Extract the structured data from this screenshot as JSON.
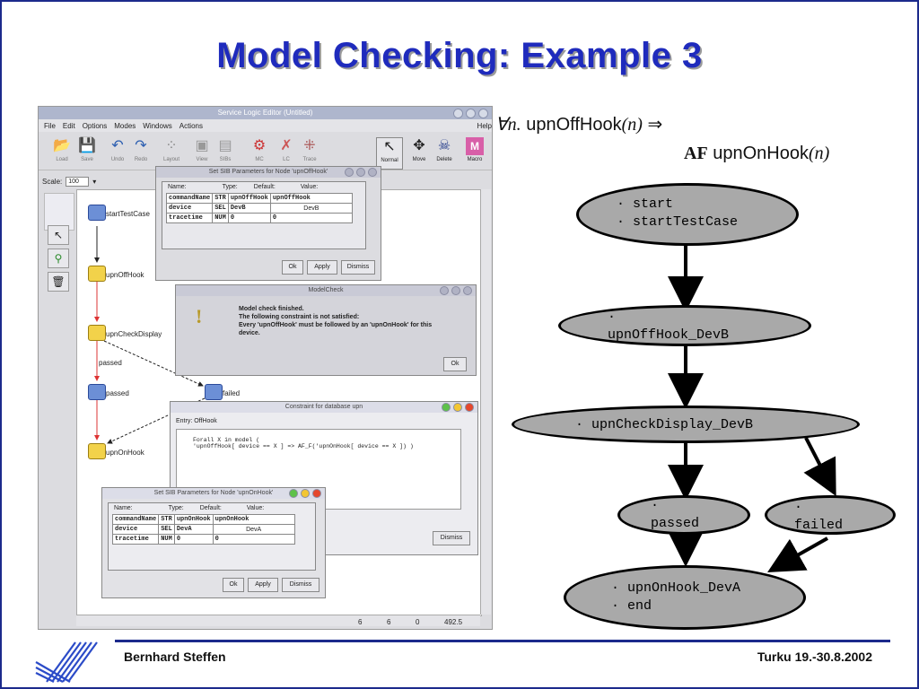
{
  "slide": {
    "title": "Model Checking: Example 3",
    "footer_left": "Bernhard Steffen",
    "footer_right": "Turku 19.-30.8.2002"
  },
  "formula": {
    "line1_quant": "∀n.",
    "line1_pred": "upnOffHook",
    "line1_arg": "(n)",
    "line1_implies": "⇒",
    "line2_op": "AF",
    "line2_pred": "upnOnHook",
    "line2_arg": "(n)"
  },
  "graph": {
    "nodes": [
      {
        "lines": [
          "· start",
          "· startTestCase"
        ]
      },
      {
        "lines": [
          "·",
          "upnOffHook_DevB"
        ]
      },
      {
        "lines": [
          "· upnCheckDisplay_DevB"
        ]
      },
      {
        "lines": [
          "·",
          "passed"
        ]
      },
      {
        "lines": [
          "·",
          "failed"
        ]
      },
      {
        "lines": [
          "· upnOnHook_DevA",
          "· end"
        ]
      }
    ]
  },
  "editor": {
    "window_title": "Service Logic Editor (Untitled)",
    "menu": [
      "File",
      "Edit",
      "Options",
      "Modes",
      "Windows",
      "Actions"
    ],
    "help": "Help",
    "tools": [
      "Load",
      "Save",
      "Undo",
      "Redo",
      "Layout",
      "View",
      "SIBs",
      "MC",
      "LC",
      "Trace",
      "Normal",
      "Move",
      "Delete",
      "Macro"
    ],
    "scale_label": "Scale:",
    "scale_value": "100",
    "status": [
      "6",
      "6",
      "0",
      "492.5"
    ],
    "nodes": {
      "start": "startTestCase",
      "offhook": "upnOffHook",
      "check": "upnCheckDisplay",
      "passed_edge": "passed",
      "passed": "passed",
      "failed": "failed",
      "onhook": "upnOnHook"
    }
  },
  "dialog_off": {
    "title": "Set SIB Parameters for Node 'upnOffHook'",
    "headers": [
      "Name:",
      "Type:",
      "Default:",
      "Value:"
    ],
    "rows": [
      [
        "commandName",
        "STR",
        "upnOffHook",
        "upnOffHook"
      ],
      [
        "device",
        "SEL",
        "DevB",
        "DevB"
      ],
      [
        "tracetime",
        "NUM",
        "0",
        "0"
      ]
    ],
    "buttons": [
      "Ok",
      "Apply",
      "Dismiss"
    ]
  },
  "modelcheck": {
    "title": "ModelCheck",
    "line1": "Model check finished.",
    "line2": "The following constraint is not satisfied:",
    "line3": "Every 'upnOffHook' must be followed by an 'upnOnHook' for this",
    "line4": "device.",
    "ok": "Ok"
  },
  "constraint": {
    "title": "Constraint for database upn",
    "entry": "Entry: OffHook",
    "code1": "Forall X in model (",
    "code2": "'upnOffHook[ device == X ] => AF_F('upnOnHook[ device == X ]) )",
    "dismiss": "Dismiss"
  },
  "dialog_on": {
    "title": "Set SIB Parameters for Node 'upnOnHook'",
    "headers": [
      "Name:",
      "Type:",
      "Default:",
      "Value:"
    ],
    "rows": [
      [
        "commandName",
        "STR",
        "upnOnHook",
        "upnOnHook"
      ],
      [
        "device",
        "SEL",
        "DevA",
        "DevA"
      ],
      [
        "tracetime",
        "NUM",
        "0",
        "0"
      ]
    ],
    "buttons": [
      "Ok",
      "Apply",
      "Dismiss"
    ]
  }
}
